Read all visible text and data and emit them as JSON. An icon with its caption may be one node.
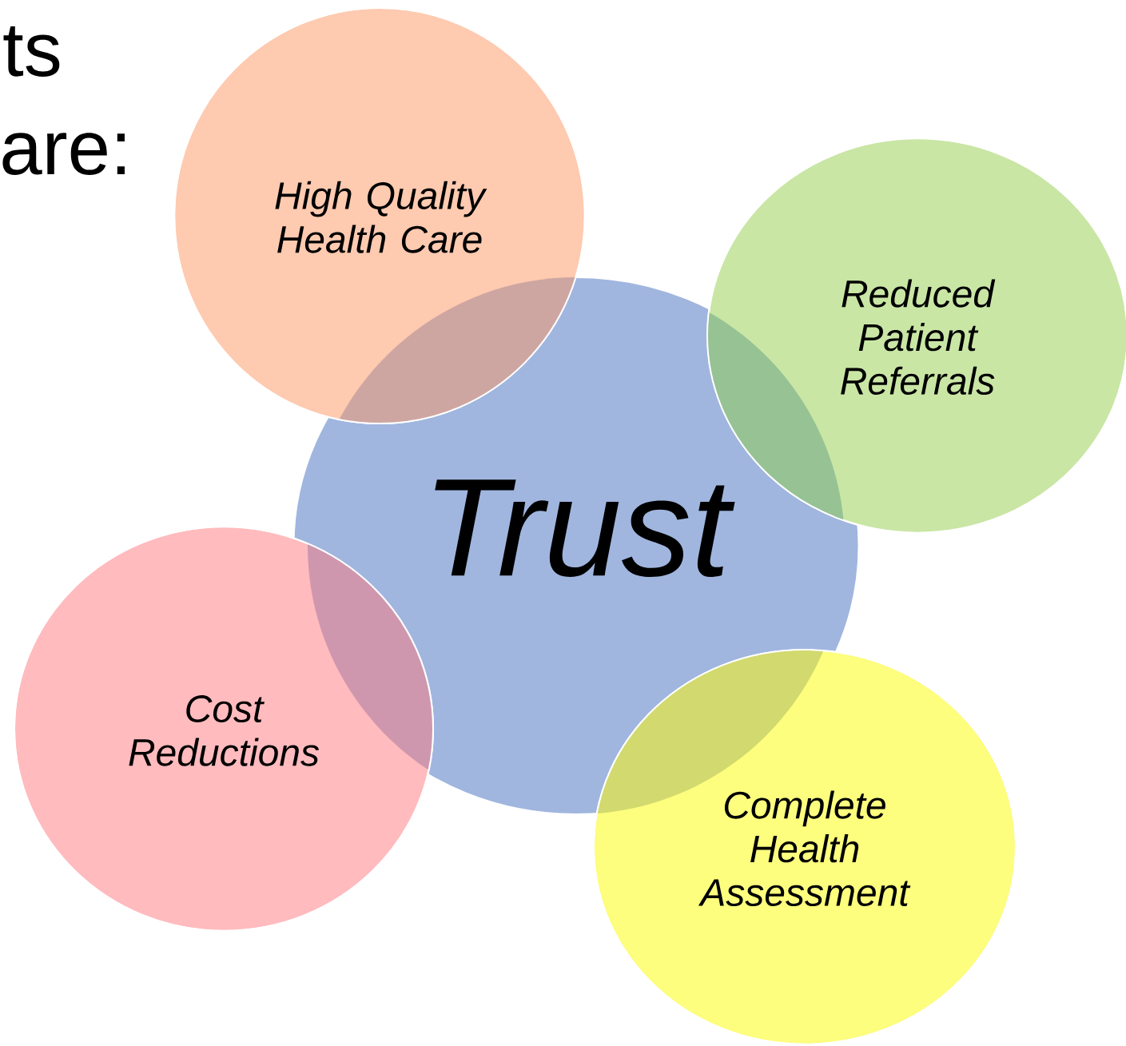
{
  "diagram": {
    "nodes": [
      {
        "text": [
          "High Quality Health Care"
        ]
      },
      {
        "text": [
          "Reduced Patient Referrals"
        ]
      },
      {
        "text": [
          "Trust"
        ]
      },
      {
        "text": [
          "Cost Reductions"
        ]
      },
      {
        "text": [
          "Complete Health Assessment"
        ]
      }
    ],
    "labels": [
      "ts",
      "are:"
    ]
  }
}
